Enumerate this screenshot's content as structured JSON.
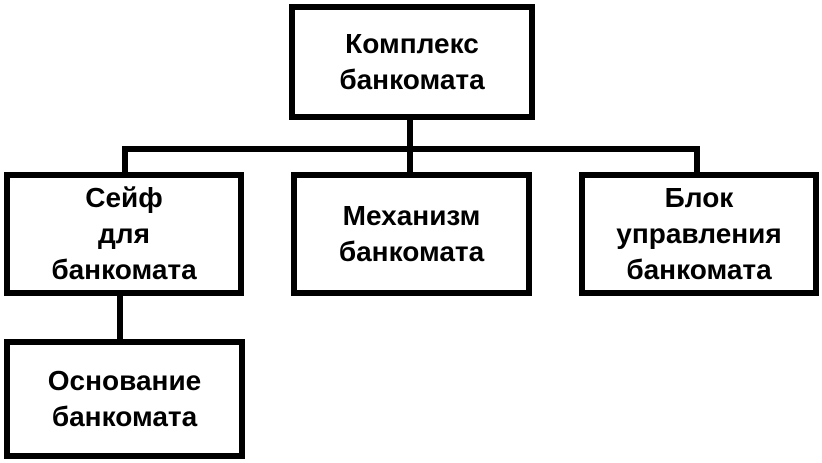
{
  "diagram": {
    "type": "hierarchy",
    "background_color": "#ffffff",
    "line_color": "#000000",
    "box_fill_color": "#ffffff",
    "text_color": "#000000",
    "nodes": [
      {
        "id": "root",
        "label": "Комплекс\nбанкомата"
      },
      {
        "id": "safe",
        "label": "Сейф\nдля\nбанкомата"
      },
      {
        "id": "mechanism",
        "label": "Механизм\nбанкомата"
      },
      {
        "id": "control",
        "label": "Блок\nуправления\nбанкомата"
      },
      {
        "id": "base",
        "label": "Основание\nбанкомата"
      }
    ],
    "edges": [
      {
        "from": "root",
        "to": "safe"
      },
      {
        "from": "root",
        "to": "mechanism"
      },
      {
        "from": "root",
        "to": "control"
      },
      {
        "from": "safe",
        "to": "base"
      }
    ]
  }
}
